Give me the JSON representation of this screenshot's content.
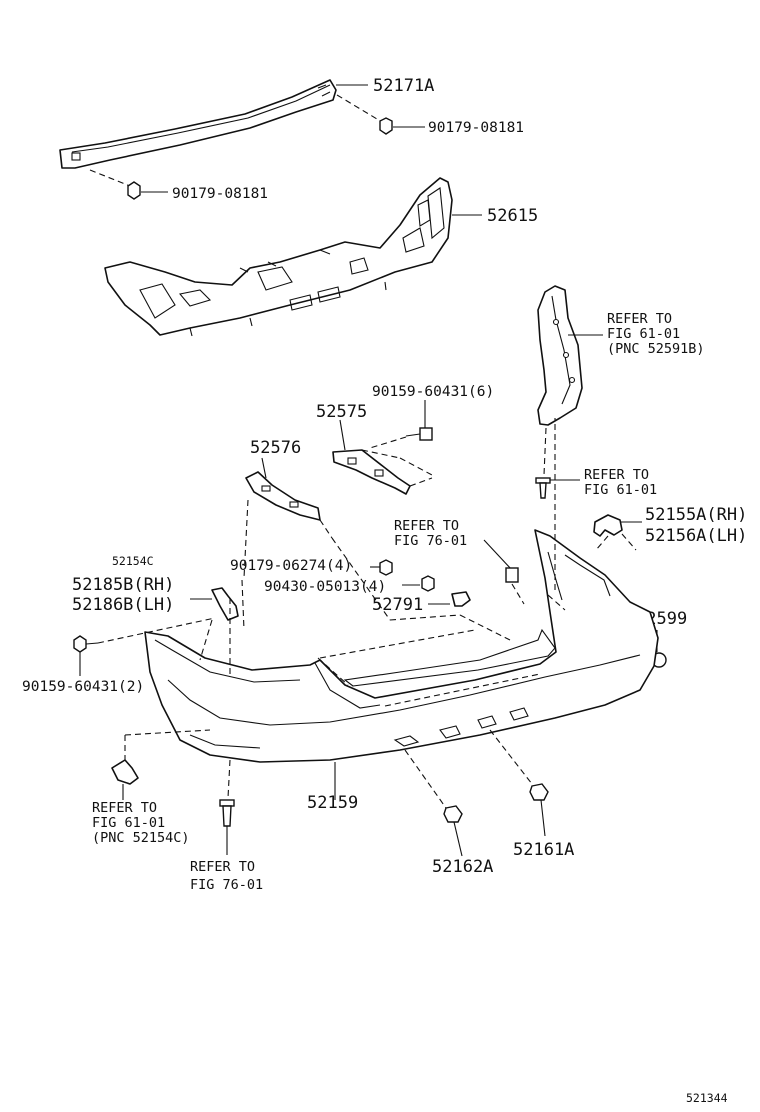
{
  "labels": {
    "p52171a": "52171A",
    "nut_upper": "90179-08181",
    "nut_lower": "90179-08181",
    "p52615": "52615",
    "ref_pnc_52591b": [
      "REFER TO",
      "FIG 61-01",
      "(PNC 52591B)"
    ],
    "screw_6": "90159-60431(6)",
    "p52575": "52575",
    "p52576": "52576",
    "ref_fig61_right": [
      "REFER TO",
      "FIG 61-01"
    ],
    "p52155a": "52155A(RH)",
    "p52156a": "52156A(LH)",
    "ref_fig76_center": [
      "REFER TO",
      "FIG 76-01"
    ],
    "p52154c": "52154C",
    "nut_06274": "90179-06274(4)",
    "p52185b": "52185B(RH)",
    "p52186b": "52186B(LH)",
    "clip_05013": "90430-05013(4)",
    "p52791": "52791",
    "p52599": "52599",
    "screw_2": "90159-60431(2)",
    "ref_pnc_52154c": [
      "REFER TO",
      "FIG 61-01",
      "(PNC 52154C)"
    ],
    "p52159": "52159",
    "ref_fig76_bottom": [
      "REFER TO",
      "FIG 76-01"
    ],
    "p52162a": "52162A",
    "p52161a": "52161A",
    "diagram_id": "521344"
  }
}
